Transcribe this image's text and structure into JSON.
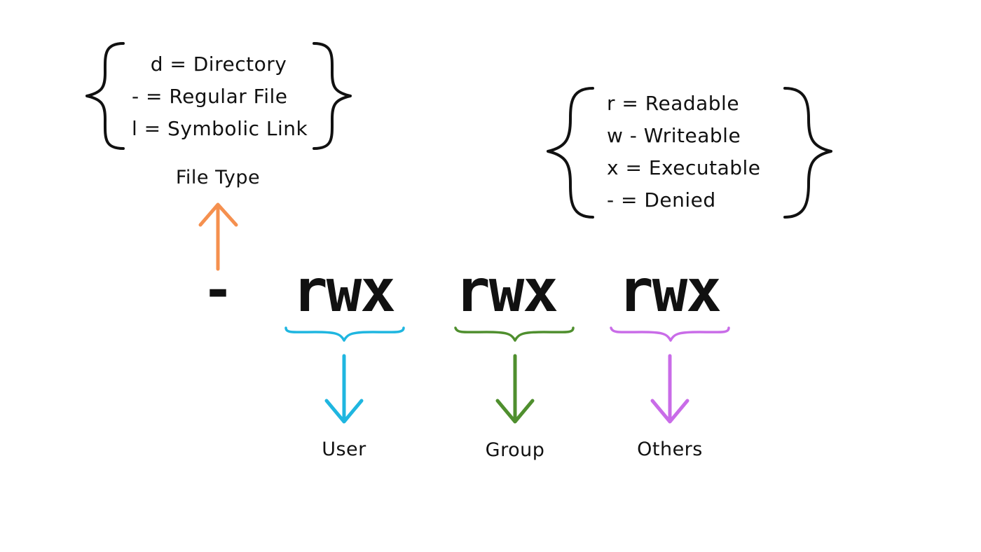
{
  "file_type_legend": {
    "items": [
      "d = Directory",
      "- = Regular File",
      "l = Symbolic Link"
    ],
    "label": "File Type"
  },
  "permission_legend": {
    "items": [
      "r = Readable",
      "w - Writeable",
      "x = Executable",
      "- = Denied"
    ]
  },
  "permission_string": {
    "type_char": "-",
    "groups": [
      "rwx",
      "rwx",
      "rwx"
    ]
  },
  "classes": {
    "user": "User",
    "group": "Group",
    "others": "Others"
  },
  "colors": {
    "file_type_arrow": "#f5904f",
    "user": "#1fb6e0",
    "group": "#4f8f2e",
    "others": "#c96ce8",
    "ink": "#111111"
  }
}
